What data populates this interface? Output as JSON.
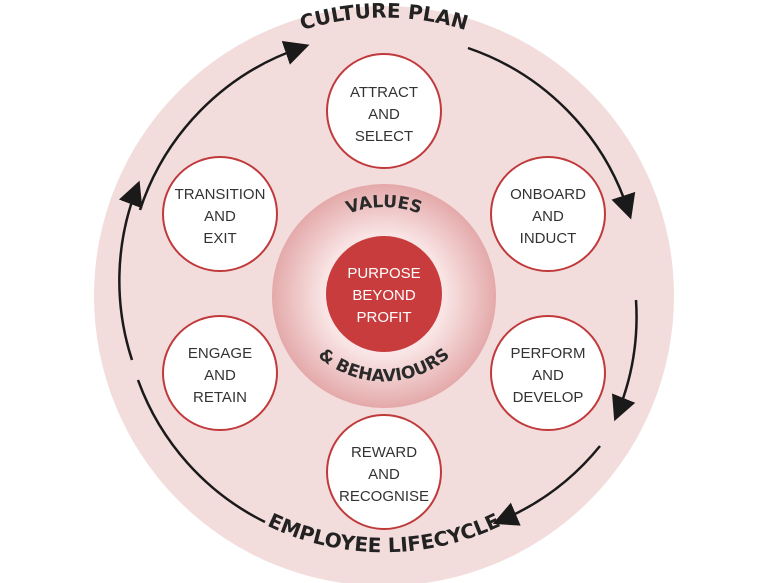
{
  "diagram": {
    "outer_title": "CULTURE PLAN",
    "bottom_title": "EMPLOYEE LIFECYCLE",
    "ring_top": "VALUES",
    "ring_bottom": "& BEHAVIOURS",
    "center_lines": [
      "PURPOSE",
      "BEYOND",
      "PROFIT"
    ],
    "stages": [
      {
        "id": "attract",
        "lines": [
          "ATTRACT",
          "AND",
          "SELECT"
        ]
      },
      {
        "id": "onboard",
        "lines": [
          "ONBOARD",
          "AND",
          "INDUCT"
        ]
      },
      {
        "id": "perform",
        "lines": [
          "PERFORM",
          "AND",
          "DEVELOP"
        ]
      },
      {
        "id": "reward",
        "lines": [
          "REWARD",
          "AND",
          "RECOGNISE"
        ]
      },
      {
        "id": "engage",
        "lines": [
          "ENGAGE",
          "AND",
          "RETAIN"
        ]
      },
      {
        "id": "transition",
        "lines": [
          "TRANSITION",
          "AND",
          "EXIT"
        ]
      }
    ],
    "colors": {
      "outer_disc": "#f3dcdc",
      "node_fill": "#ffffff",
      "node_stroke": "#c0393b",
      "ring": "#e4a9aa",
      "ring_inner": "#f7dede",
      "center": "#c83c3d",
      "arrows": "#1a1a1a"
    }
  }
}
